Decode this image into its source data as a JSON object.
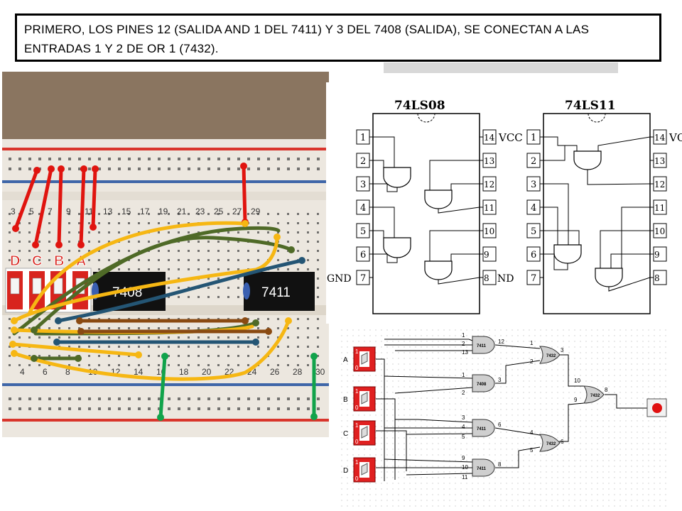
{
  "slide": {
    "instruction": "PRIMERO, LOS PINES 12 (SALIDA AND 1 DEL 7411) Y 3 DEL 7408 (SALIDA), SE CONECTAN A LAS ENTRADAS 1 Y 2 DE OR 1 (7432)."
  },
  "breadboard": {
    "row_numbers_top": [
      "3",
      "5",
      "7",
      "9",
      "11",
      "13",
      "15",
      "17",
      "19",
      "21",
      "23",
      "25",
      "27",
      "29"
    ],
    "row_numbers_bottom": [
      "4",
      "6",
      "8",
      "10",
      "12",
      "14",
      "16",
      "18",
      "20",
      "22",
      "24",
      "26",
      "28",
      "30"
    ],
    "switch_labels": [
      "D",
      "C",
      "B",
      "A"
    ],
    "chip_left": "7408",
    "chip_right": "7411",
    "colors": {
      "board": "#ece7df",
      "rail_red": "#d9352c",
      "rail_blue": "#3f66a8",
      "wire_red": "#e0140f",
      "wire_yellow": "#f6b713",
      "wire_olive": "#4f6a27",
      "wire_navy": "#245574",
      "wire_brown": "#8a4a12",
      "wire_green": "#11a34b"
    }
  },
  "pinout": {
    "chip1": {
      "name": "74LS08",
      "left_pins": [
        "1",
        "2",
        "3",
        "4",
        "5",
        "6",
        "7"
      ],
      "right_pins": [
        "14",
        "13",
        "12",
        "11",
        "10",
        "9",
        "8"
      ],
      "vcc": "VCC",
      "gnd": "GND"
    },
    "chip2": {
      "name": "74LS11",
      "left_pins": [
        "1",
        "2",
        "3",
        "4",
        "5",
        "6",
        "7"
      ],
      "right_pins": [
        "14",
        "13",
        "12",
        "11",
        "10",
        "9",
        "8"
      ],
      "vcc": "VCC",
      "gnd": "ND"
    }
  },
  "schematic": {
    "inputs": [
      {
        "name": "A",
        "on": "1",
        "off": "0"
      },
      {
        "name": "B",
        "on": "1",
        "off": "0"
      },
      {
        "name": "C",
        "on": "1",
        "off": "0"
      },
      {
        "name": "D",
        "on": "1",
        "off": "0"
      }
    ],
    "gate1": {
      "label": "7411",
      "in_pins": [
        "1",
        "2",
        "13"
      ],
      "out_pin": "12"
    },
    "gate2": {
      "label": "7408",
      "in_pins": [
        "1",
        "2"
      ],
      "out_pin": "3"
    },
    "gate3": {
      "label": "7411",
      "in_pins": [
        "3",
        "4",
        "5"
      ],
      "out_pin": "6"
    },
    "gate4": {
      "label": "7411",
      "in_pins": [
        "9",
        "10",
        "11"
      ],
      "out_pin": "8"
    },
    "or1": {
      "label": "7432",
      "in_pins": [
        "1",
        "2"
      ],
      "out_pin": "3"
    },
    "or2": {
      "label": "7432",
      "in_pins": [
        "4",
        "5"
      ],
      "out_pin": "6"
    },
    "or3": {
      "label": "7432",
      "in_pins": [
        "10",
        "9"
      ],
      "out_pin": "8"
    },
    "output_led_color": "#e01010"
  }
}
